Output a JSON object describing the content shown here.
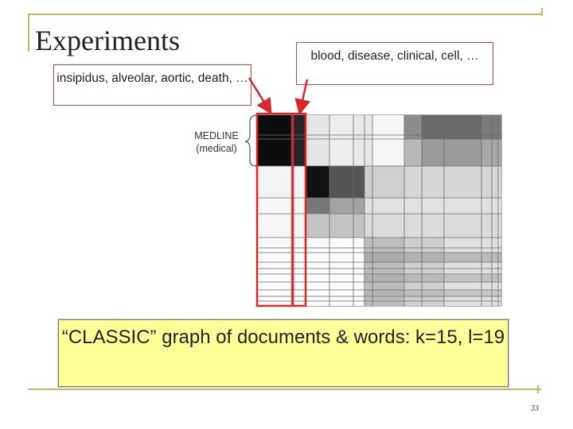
{
  "slide": {
    "title": "Experiments",
    "callout_left": "insipidus, alveolar, aortic, death, …",
    "callout_right": "blood, disease, clinical, cell, …",
    "row_group_label_1": "MEDLINE",
    "row_group_label_2": "(medical)",
    "summary": "“CLASSIC” graph of documents & words: k=15, l=19",
    "slide_number": "33"
  },
  "colors": {
    "rule": "#c8b45a",
    "highlight": "#d8282c",
    "summary_fill": "#ffff99"
  }
}
